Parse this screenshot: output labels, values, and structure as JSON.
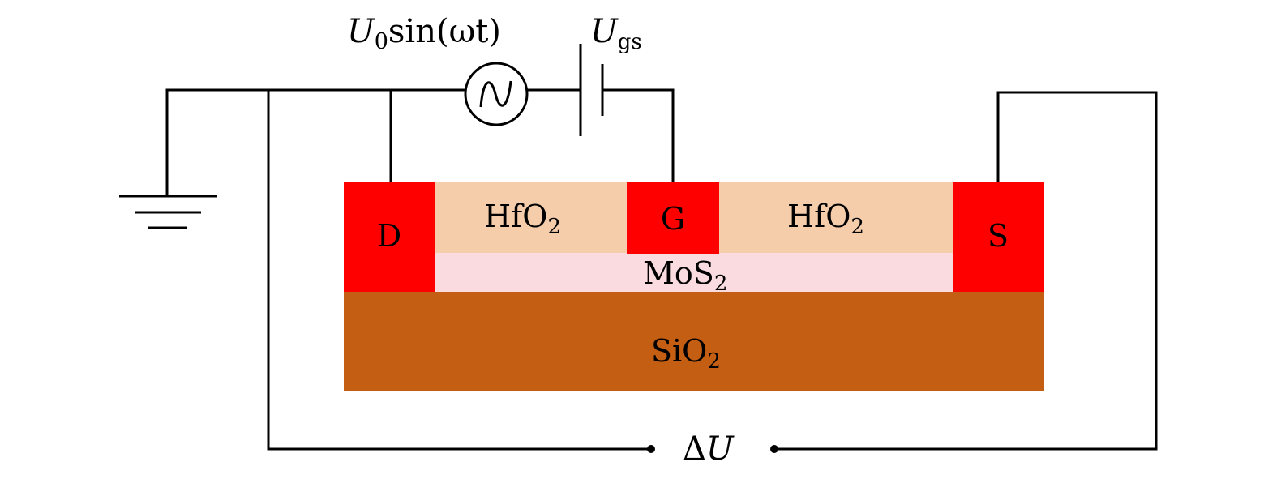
{
  "diagram": {
    "title": "MoS2 FET measurement circuit",
    "colors": {
      "electrode": "#ff0000",
      "hfo2": "#f6cdab",
      "mos2": "#f9dbe0",
      "sio2": "#c45e12",
      "wire": "#000000"
    },
    "sources": {
      "ac": {
        "label_main": "U",
        "label_sub": "0",
        "label_rest": "sin(ωt)"
      },
      "dc": {
        "label_main": "U",
        "label_sub": "gs"
      }
    },
    "electrodes": {
      "drain": "D",
      "gate": "G",
      "source": "S"
    },
    "layers": {
      "hfo2_left": {
        "label": "HfO",
        "sub": "2"
      },
      "hfo2_right": {
        "label": "HfO",
        "sub": "2"
      },
      "mos2": {
        "label": "MoS",
        "sub": "2"
      },
      "sio2": {
        "label": "SiO",
        "sub": "2"
      }
    },
    "measurement": {
      "label_delta": "Δ",
      "label_main": "U"
    }
  }
}
